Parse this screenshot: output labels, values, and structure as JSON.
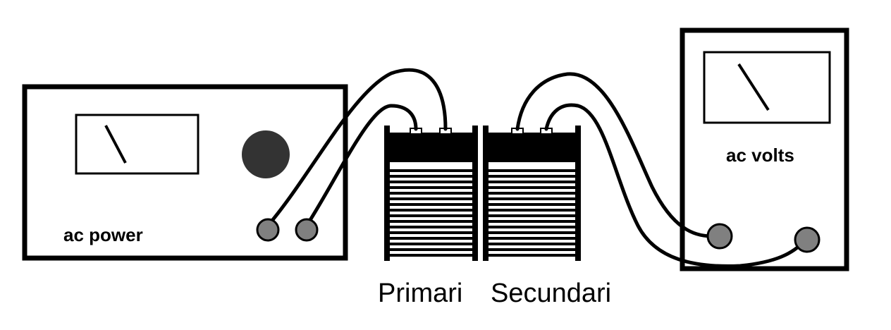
{
  "labels": {
    "power_supply": "ac power",
    "voltmeter": "ac volts",
    "primary_coil": "Primari",
    "secondary_coil": "Secundari"
  },
  "colors": {
    "stroke": "#000000",
    "knob": "#333333",
    "terminal": "#808080",
    "background": "#ffffff"
  }
}
